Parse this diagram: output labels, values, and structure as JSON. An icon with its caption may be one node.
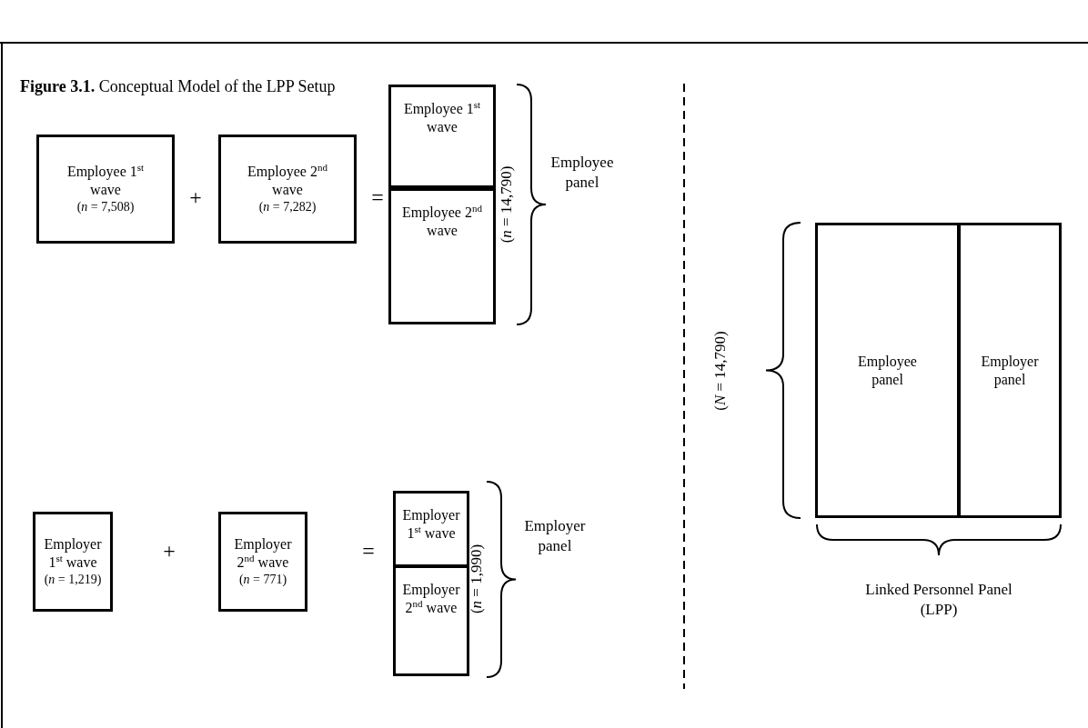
{
  "diagram": {
    "title": "**Figure 3.1.** Conceptual Model of the LPP Setup",
    "nodes": [
      {
        "text": [
          "Employee 1$^{st}$ wave",
          "(*n* = 7,508)"
        ]
      },
      {
        "text": [
          "Employee 2$^{nd}$ wave",
          "(*n* = 7,282)"
        ]
      },
      {
        "text": [
          "Employee 1$^{st}$ wave"
        ]
      },
      {
        "text": [
          "Employee 2$^{nd}$ wave"
        ]
      },
      {
        "text": [
          "Employer 1$^{st}$ wave",
          "(*n* = 1,219)"
        ]
      },
      {
        "text": [
          "Employer 2$^{nd}$ wave",
          "(*n* = 771)"
        ]
      },
      {
        "text": [
          "Employer 1$^{st}$ wave"
        ]
      },
      {
        "text": [
          "Employer 2$^{nd}$ wave"
        ]
      },
      {
        "text": [
          "Employee panel"
        ]
      },
      {
        "text": [
          "Employer panel"
        ]
      }
    ],
    "labels": [
      "+",
      "=",
      "(*n* = 14,790)",
      "Employee panel",
      "+",
      "=",
      "(*n* = 1,990)",
      "Employer panel",
      "(*N* = 14,790)",
      "Linked Personnel Panel (LPP)"
    ]
  }
}
